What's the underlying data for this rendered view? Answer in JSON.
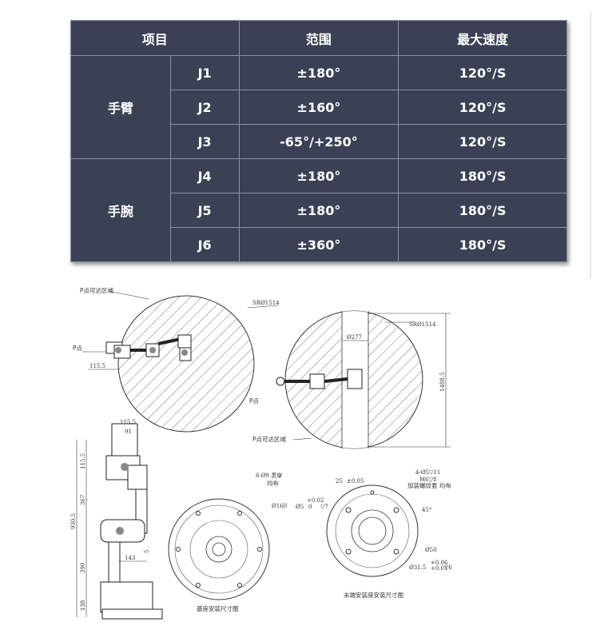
{
  "table": {
    "headers": {
      "item": "项目",
      "range": "范围",
      "speed": "最大速度"
    },
    "groups": [
      {
        "name": "手臂",
        "rows": [
          {
            "joint": "J1",
            "range": "±180°",
            "speed": "120°/S"
          },
          {
            "joint": "J2",
            "range": "±160°",
            "speed": "120°/S"
          },
          {
            "joint": "J3",
            "range": "-65°/+250°",
            "speed": "120°/S"
          }
        ]
      },
      {
        "name": "手腕",
        "rows": [
          {
            "joint": "J4",
            "range": "±180°",
            "speed": "180°/S"
          },
          {
            "joint": "J5",
            "range": "±180°",
            "speed": "180°/S"
          },
          {
            "joint": "J6",
            "range": "±360°",
            "speed": "180°/S"
          }
        ]
      }
    ]
  },
  "drawing": {
    "side_view": {
      "region_label": "P点可达区域",
      "radius_label": "SRØ1514",
      "point_label": "P点",
      "dim_offset": "115.5"
    },
    "top_view": {
      "radius_label": "SRØ1514",
      "inner_dia": "Ø277",
      "height": "1488.5",
      "point_label": "P点",
      "region_label": "P点可达区域"
    },
    "robot_dims": {
      "top_w": "115.5",
      "top_w2": "91",
      "seg1": "115.5",
      "seg2": "367",
      "total": "930.5",
      "seg3": "390",
      "base": "138",
      "offset": "143",
      "gap": "5"
    },
    "base_plate": {
      "holes": "6-Ø9 贯穿",
      "holes_note": "均布",
      "dia": "Ø160",
      "caption": "基座安装尺寸图"
    },
    "end_flange": {
      "note1": "4-Ø5▽11",
      "note2": "M6▽8",
      "note3": "加装螺纹套 均布",
      "dim25": "25",
      "tol25": "±0.05",
      "tol": "+0.02",
      "dia5": "Ø5",
      "zero": "0",
      "depth7": "▽7",
      "angle": "45°",
      "dia50": "Ø50",
      "dia315": "Ø31.5",
      "tol315a": "+0.06",
      "tol315b": "+0.01",
      "depth6": "▽6",
      "caption": "末端安装座安装尺寸图"
    }
  }
}
